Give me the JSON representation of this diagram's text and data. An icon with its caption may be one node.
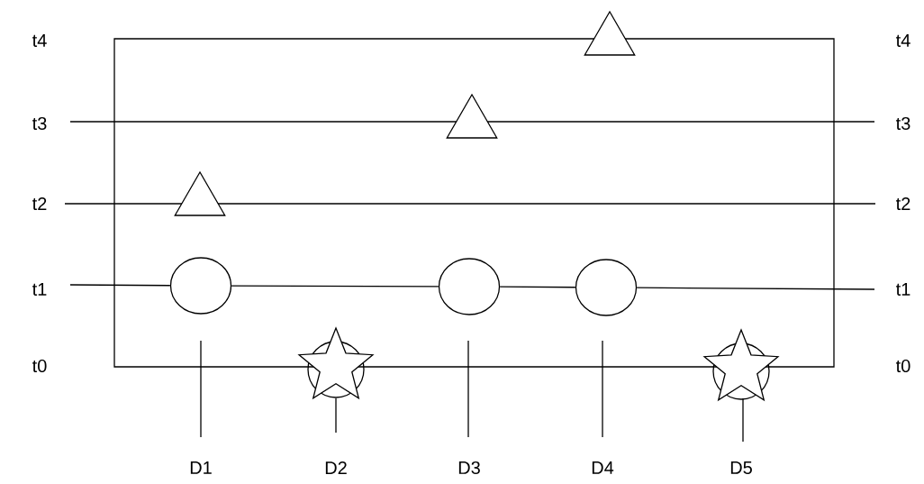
{
  "diagram": {
    "nodes": [
      {
        "text": [],
        "shape": "triangle"
      },
      {
        "text": [],
        "shape": "triangle"
      },
      {
        "text": [],
        "shape": "triangle"
      },
      {
        "text": [],
        "shape": "circle"
      },
      {
        "text": [],
        "shape": "circle"
      },
      {
        "text": [],
        "shape": "circle"
      },
      {
        "text": [],
        "shape": "star"
      },
      {
        "text": [],
        "shape": "star"
      }
    ],
    "edges": [
      {
        "from": null,
        "to": 3,
        "arrow": "none"
      },
      {
        "from": 3,
        "to": 4,
        "arrow": "none"
      },
      {
        "from": 4,
        "to": 5,
        "arrow": "none"
      },
      {
        "from": 5,
        "to": null,
        "arrow": "none"
      }
    ],
    "labels": [
      "t4",
      "t4",
      "t3",
      "t3",
      "t2",
      "t2",
      "t1",
      "t1",
      "t0",
      "t0",
      "D1",
      "D2",
      "D3",
      "D4",
      "D5"
    ]
  }
}
